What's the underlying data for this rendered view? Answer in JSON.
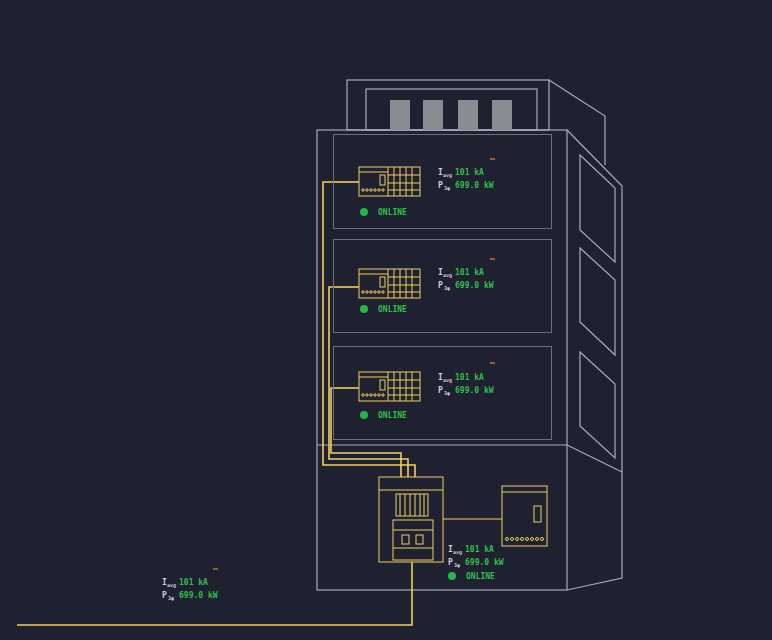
{
  "diagram": {
    "nodes": [
      {
        "text": [
          "I",
          "avg",
          "101 kA",
          "P",
          "3φ",
          "699.0 kW",
          "ONLINE"
        ]
      },
      {
        "text": [
          "I",
          "avg",
          "101 kA",
          "P",
          "3φ",
          "699.0 kW",
          "ONLINE"
        ]
      },
      {
        "text": [
          "I",
          "avg",
          "101 kA",
          "P",
          "3φ",
          "699.0 kW",
          "ONLINE"
        ]
      },
      {
        "text": [
          "I",
          "avg",
          "101 kA",
          "P",
          "3φ",
          "699.0 kW",
          "ONLINE"
        ]
      }
    ],
    "edges": [
      {
        "from": 0,
        "to": 3,
        "arrow": "none"
      },
      {
        "from": 1,
        "to": 3,
        "arrow": "none"
      },
      {
        "from": 2,
        "to": 3,
        "arrow": "none"
      }
    ],
    "labels": [
      "I",
      "avg",
      "101 kA",
      "P",
      "3φ",
      "699.0 kW"
    ]
  }
}
